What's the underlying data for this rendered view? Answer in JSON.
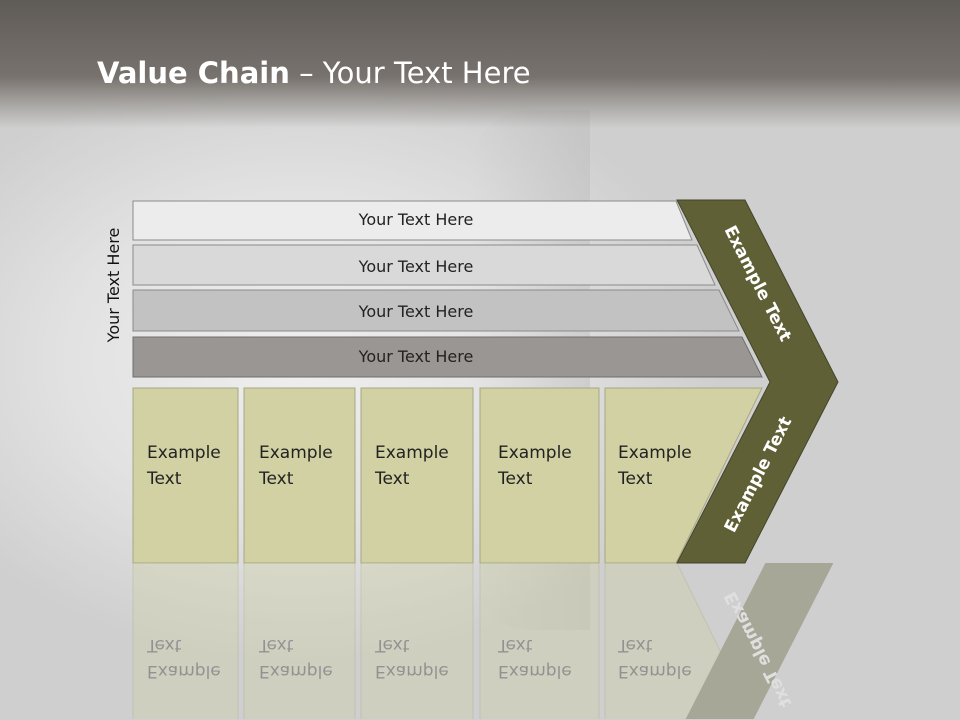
{
  "title": {
    "bold": "Value Chain",
    "rest": " – Your Text Here"
  },
  "side_label": "Your Text Here",
  "rows": [
    {
      "label": "Your Text Here"
    },
    {
      "label": "Your Text Here"
    },
    {
      "label": "Your Text Here"
    },
    {
      "label": "Your Text Here"
    }
  ],
  "boxes": [
    {
      "line1": "Example",
      "line2": "Text"
    },
    {
      "line1": "Example",
      "line2": "Text"
    },
    {
      "line1": "Example",
      "line2": "Text"
    },
    {
      "line1": "Example",
      "line2": "Text"
    },
    {
      "line1": "Example",
      "line2": "Text"
    }
  ],
  "chevron": {
    "upper": "Example Text",
    "lower": "Example Text"
  },
  "colors": {
    "row_fills": [
      "#ececec",
      "#d9d9d9",
      "#c2c2c2",
      "#9a9693"
    ],
    "box_fill": "#d1d1a4",
    "chevron": "#5f6035"
  }
}
